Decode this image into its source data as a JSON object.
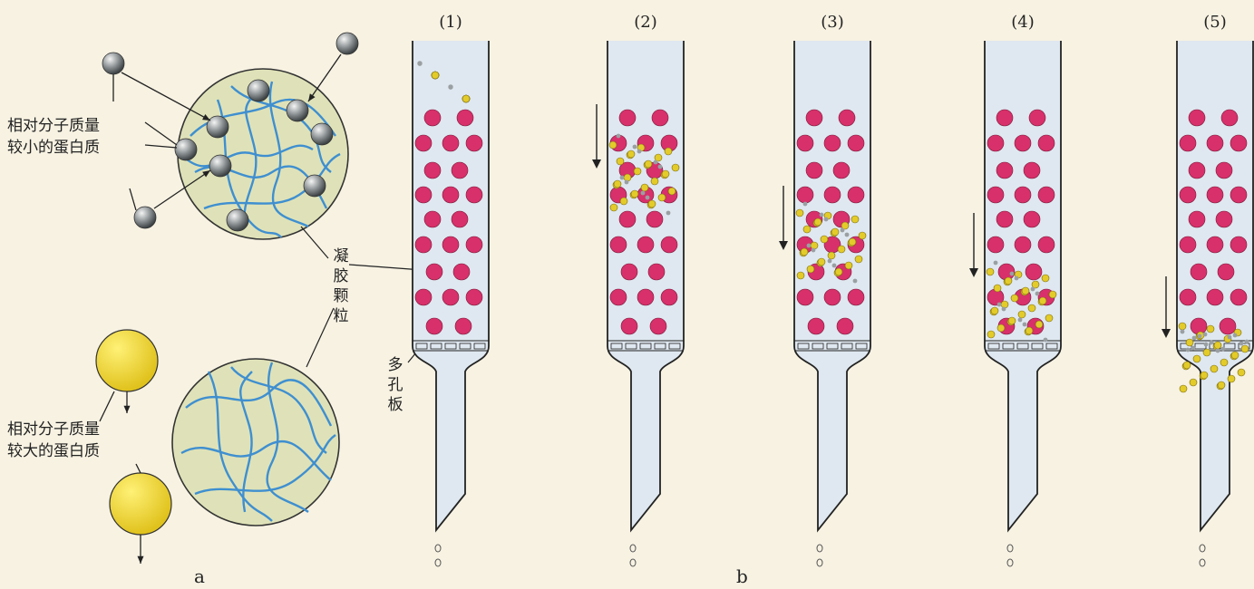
{
  "panel_a": {
    "small_protein_label": [
      "相对分子质量",
      "较小的蛋白质"
    ],
    "large_protein_label": [
      "相对分子质量",
      "较大的蛋白质"
    ],
    "gel_particle_label": "凝胶颗粒",
    "porous_plate_label": "多孔板",
    "panel_letter": "a"
  },
  "panel_b": {
    "panel_letter": "b",
    "columns": [
      "(1)",
      "(2)",
      "(3)",
      "(4)",
      "(5)"
    ]
  },
  "colors": {
    "gel_bead": "#d8306a",
    "small_protein": "#9aa0a2",
    "large_protein": "#e3cb2a",
    "fiber": "#3f8fd0",
    "column_fill": "#dfe8f0",
    "gel_sphere_fill": "#dfe2b8"
  }
}
